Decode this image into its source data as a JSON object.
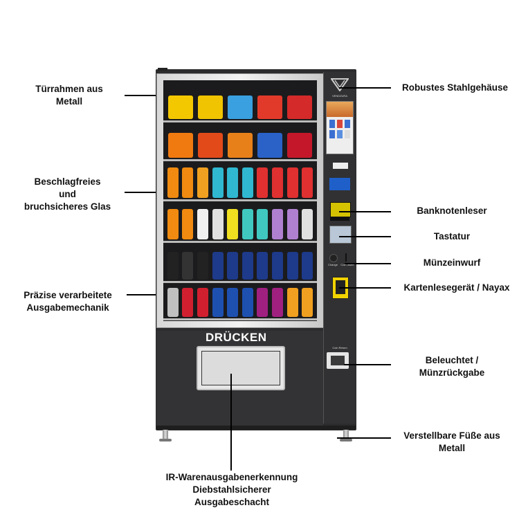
{
  "labels": {
    "door_frame": "Türrahmen aus Metall",
    "glass": [
      "Beschlagfreies",
      "und",
      "bruchsicheres Glas"
    ],
    "mechanism": [
      "Präzise verarbeitete",
      "Ausgabemechanik"
    ],
    "housing": "Robustes Stahlgehäuse",
    "bill_reader": "Banknotenleser",
    "keypad": "Tastatur",
    "coin_slot": "Münzeinwurf",
    "card_reader": "Kartenlesegerät / Nayax",
    "coin_return": [
      "Beleuchtet /",
      "Münzrückgabe"
    ],
    "feet": [
      "Verstellbare Füße aus",
      "Metall"
    ],
    "ir_detection": [
      "IR-Warenausgabenerkennung",
      "Diebstahlsicherer",
      "Ausgabeschacht"
    ]
  },
  "machine": {
    "push_label": "DRÜCKEN",
    "brand": "VENDZURA",
    "change_label": "Change",
    "coin_insert_label": "Coin Insert",
    "coin_return_label": "Coin Return",
    "body_color": "#2c2c2e",
    "card_reader_color": "#f2d300"
  }
}
